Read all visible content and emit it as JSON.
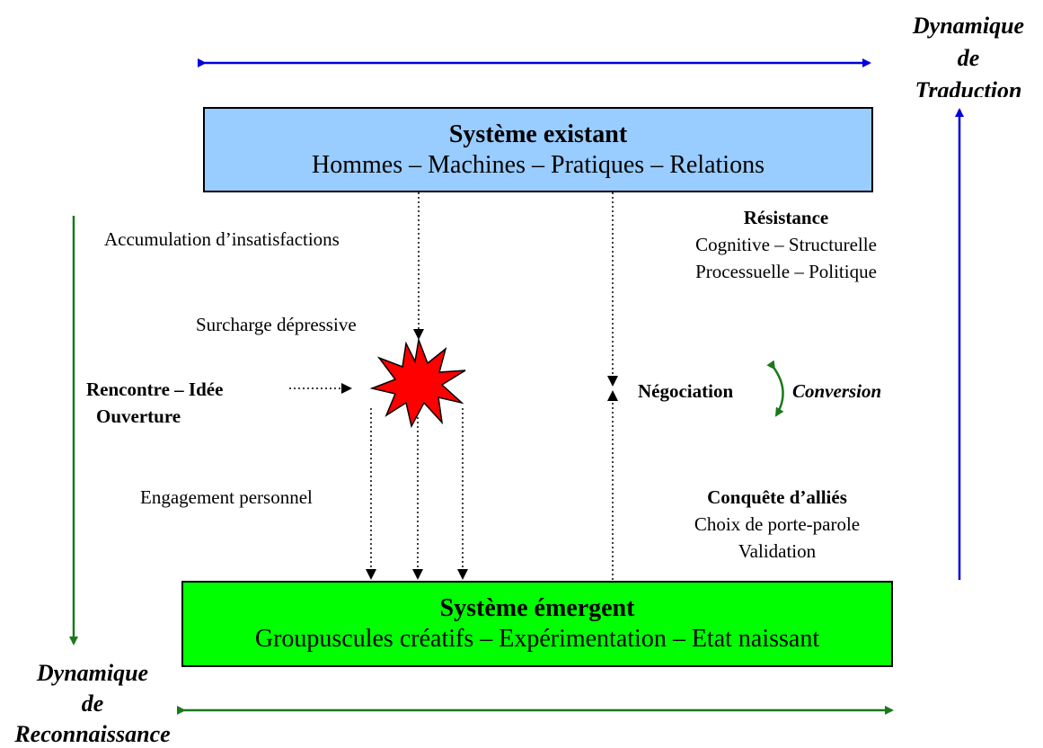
{
  "colors": {
    "existing_box": "#99ccff",
    "emergent_box": "#00ff00",
    "translation_arrow": "#0000dd",
    "recognition_arrow": "#1a7a1a",
    "burst_fill": "#ff0000",
    "conversion_arrow": "#1a7a1a"
  },
  "existing_system": {
    "title": "Système existant",
    "subtitle": "Hommes – Machines – Pratiques – Relations"
  },
  "emergent_system": {
    "title": "Système émergent",
    "subtitle": "Groupuscules créatifs – Expérimentation – Etat naissant"
  },
  "translation": {
    "line1": "Dynamique",
    "line2": "de",
    "line3": "Traduction"
  },
  "recognition": {
    "line1": "Dynamique",
    "line2": "de",
    "line3": "Reconnaissance"
  },
  "labels": {
    "accumulation": "Accumulation d’insatisfactions",
    "surcharge": "Surcharge dépressive",
    "rencontre": "Rencontre – Idée",
    "ouverture": "Ouverture",
    "engagement": "Engagement personnel",
    "resistance_title": "Résistance",
    "resistance_line1": "Cognitive – Structurelle",
    "resistance_line2": "Processuelle – Politique",
    "negociation": "Négociation",
    "conversion": "Conversion",
    "conquete_title": "Conquête d’alliés",
    "conquete_line1": "Choix de porte-parole",
    "conquete_line2": "Validation"
  },
  "icons": {
    "burst": "explosion-burst-icon",
    "conversion": "curved-double-arrow-icon"
  }
}
